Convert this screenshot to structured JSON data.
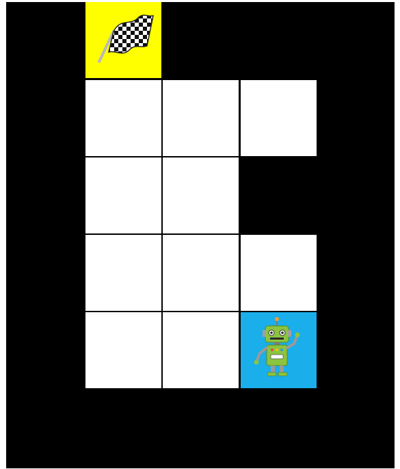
{
  "colors": {
    "wall": "#000000",
    "path": "#ffffff",
    "goal": "#ffff00",
    "start": "#1aaeea"
  },
  "grid": {
    "rows": 6,
    "cols": 5,
    "cells": [
      [
        "wall",
        "goal",
        "wall",
        "wall",
        "wall"
      ],
      [
        "wall",
        "path",
        "path",
        "path",
        "wall"
      ],
      [
        "wall",
        "path",
        "path",
        "wall",
        "wall"
      ],
      [
        "wall",
        "path",
        "path",
        "path",
        "wall"
      ],
      [
        "wall",
        "path",
        "path",
        "start",
        "wall"
      ],
      [
        "wall",
        "wall",
        "wall",
        "wall",
        "wall"
      ]
    ]
  },
  "icons": {
    "goal": "checkered-flag-icon",
    "start": "robot-icon"
  }
}
